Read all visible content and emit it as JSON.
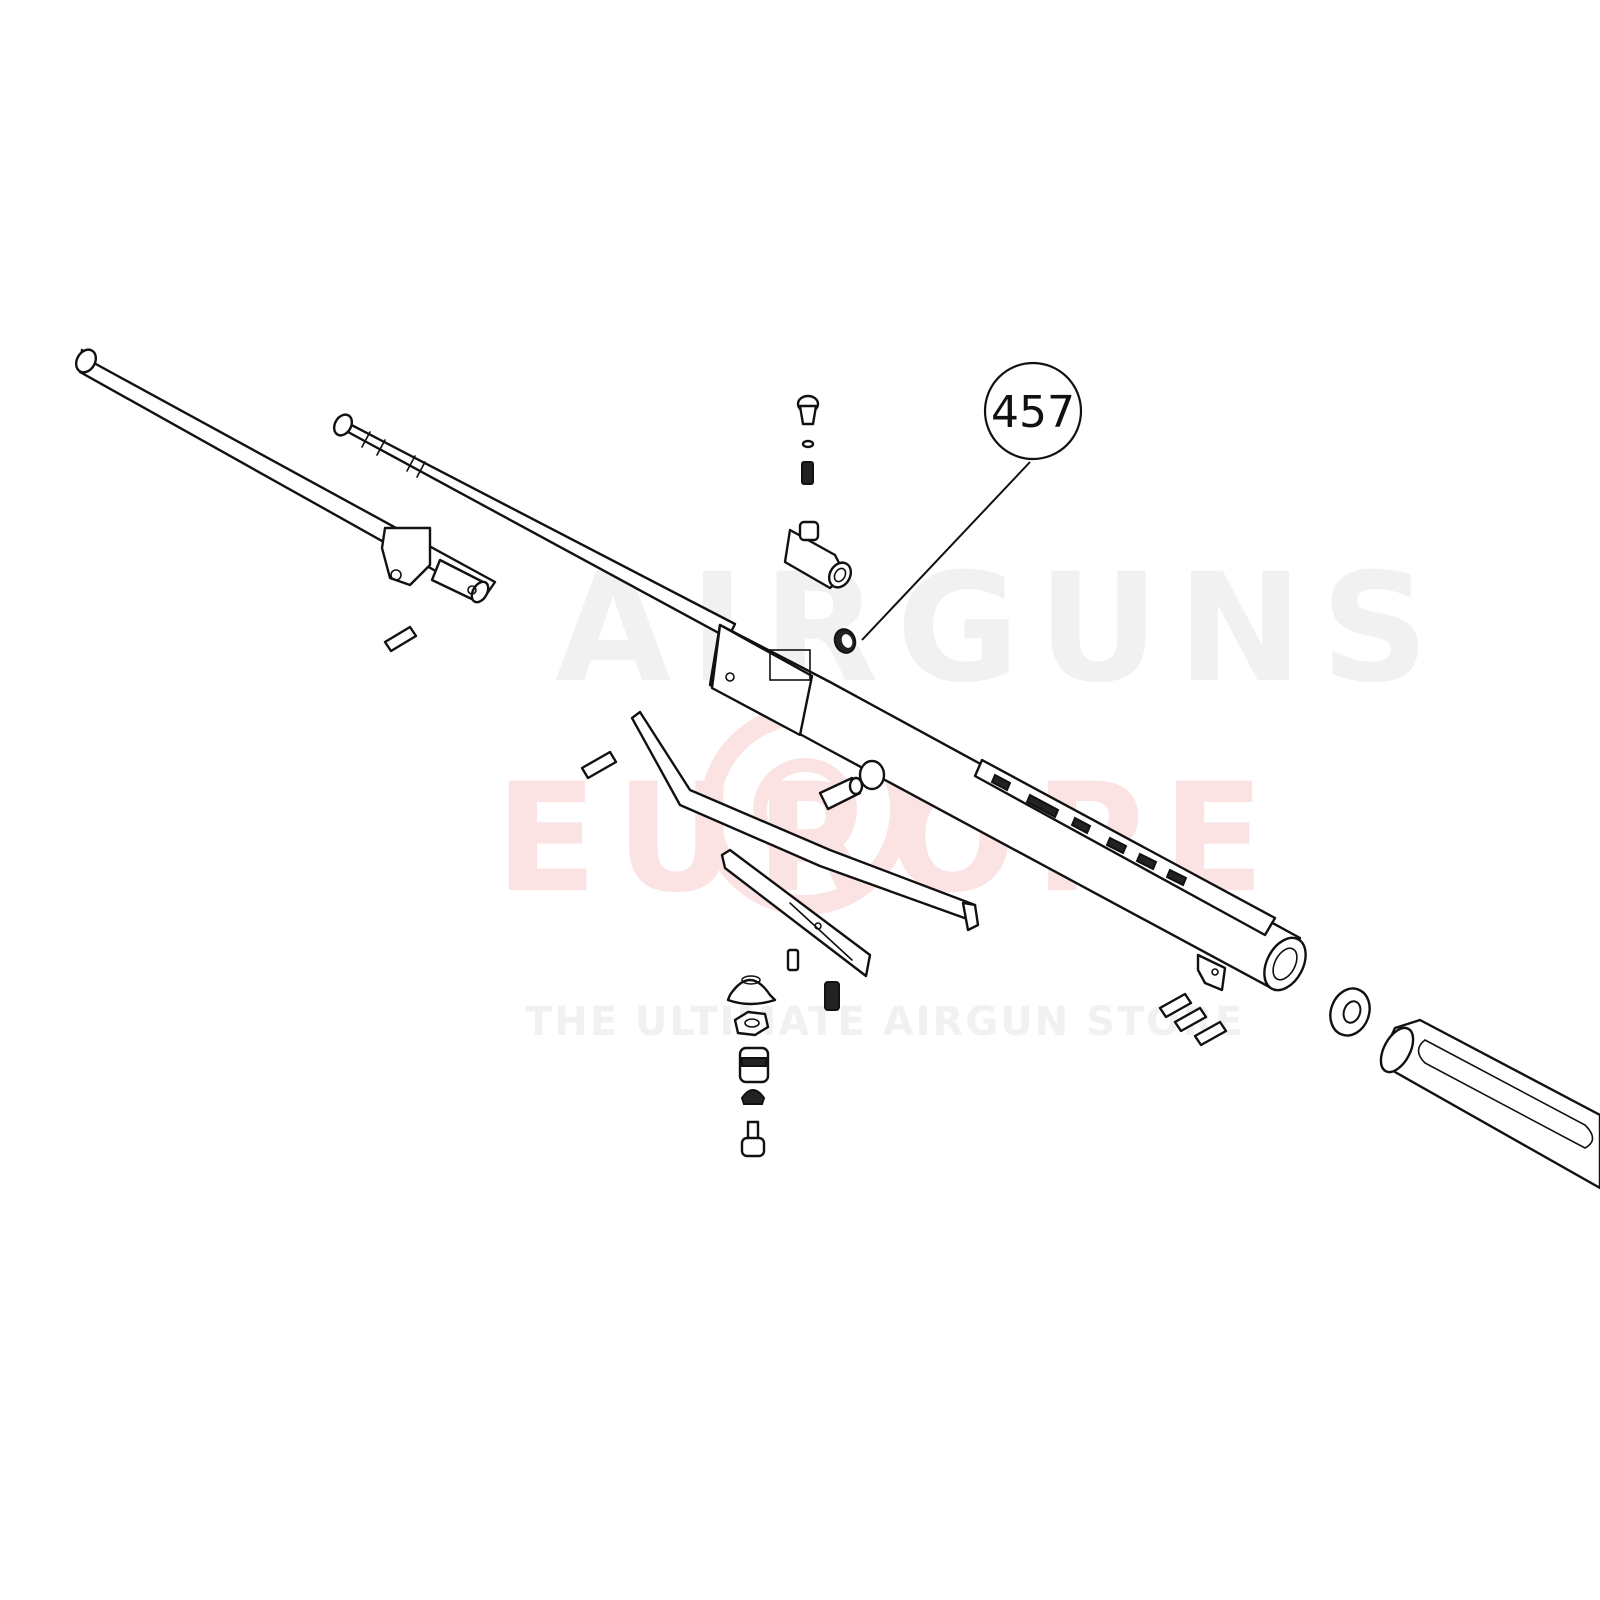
{
  "callout": {
    "part_number": "457"
  },
  "watermark": {
    "line1": "AIRGUNS",
    "line2": "EUROPE",
    "tagline": "THE ULTIMATE AIRGUN STORE",
    "color_gray": "#f1f1f1",
    "color_red": "#fbe3e3"
  },
  "parts": [
    {
      "name": "barrel"
    },
    {
      "name": "loading-lever"
    },
    {
      "name": "lever-hinge"
    },
    {
      "name": "pin"
    },
    {
      "name": "screw-head"
    },
    {
      "name": "small-washer"
    },
    {
      "name": "spring"
    },
    {
      "name": "valve-body"
    },
    {
      "name": "o-ring-457"
    },
    {
      "name": "main-tube"
    },
    {
      "name": "trigger-blade"
    },
    {
      "name": "trigger-guard"
    },
    {
      "name": "bushing"
    },
    {
      "name": "mount-cap"
    },
    {
      "name": "hex-nut"
    },
    {
      "name": "threaded-insert"
    },
    {
      "name": "cone-nut"
    },
    {
      "name": "bolt"
    },
    {
      "name": "end-ring"
    },
    {
      "name": "shroud"
    }
  ]
}
